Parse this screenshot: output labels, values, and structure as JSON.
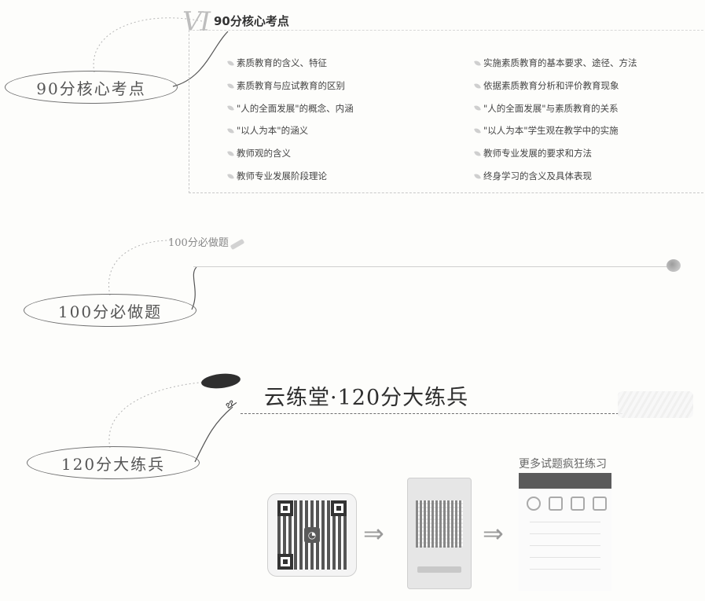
{
  "section1": {
    "roman": "VI",
    "title": "90分核心考点",
    "oval_label": "90分核心考点",
    "points_left": [
      "素质教育的含义、特征",
      "素质教育与应试教育的区别",
      "\"人的全面发展\"的概念、内涵",
      "\"以人为本\"的涵义",
      "教师观的含义",
      "教师专业发展阶段理论"
    ],
    "points_right": [
      "实施素质教育的基本要求、途径、方法",
      "依据素质教育分析和评价教育现象",
      "\"人的全面发展\"与素质教育的关系",
      "\"以人为本\"学生观在教学中的实施",
      "教师专业发展的要求和方法",
      "终身学习的含义及具体表现"
    ]
  },
  "section2": {
    "title": "100分必做题",
    "oval_label": "100分必做题"
  },
  "section3": {
    "title": "云练堂·120分大练兵",
    "oval_label": "120分大练兵",
    "more_practice": "更多试题疯狂练习"
  }
}
